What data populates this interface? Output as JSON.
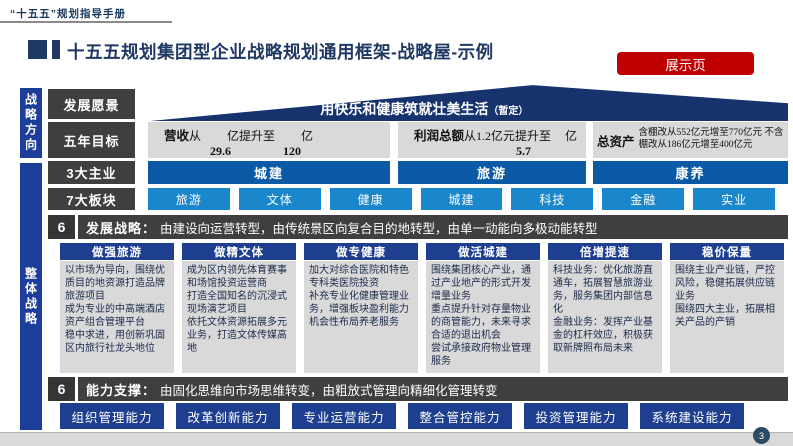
{
  "header": {
    "note": "“十五五”规划指导手册"
  },
  "title": {
    "text": "十五五规划集团型企业战略规划通用框架-战略屋-示例",
    "show_button": "展示页"
  },
  "sidebar": {
    "top": "战略方向",
    "bottom": "整体战略"
  },
  "row_labels": {
    "vision": "发展愿景",
    "goals": "五年目标",
    "main": "3大主业",
    "sectors": "7大板块"
  },
  "roof": {
    "main": "用快乐和健康筑就壮美生活",
    "note": "（暂定）"
  },
  "goals": {
    "revenue": {
      "label": "营收",
      "t1": "从",
      "t2": "亿提升至",
      "t3": "亿",
      "from": "29.6",
      "to": "120"
    },
    "profit": {
      "label": "利润总额",
      "t1": "从1.2亿元提升至",
      "t2": "亿",
      "value": "5.7"
    },
    "assets": {
      "label": "总资产",
      "detail": "含棚改从552亿元增至770亿元 不含棚改从186亿元增至400亿元"
    }
  },
  "main_business": [
    "城建",
    "旅游",
    "康养"
  ],
  "sectors": [
    "旅游",
    "文体",
    "健康",
    "城建",
    "科技",
    "金融",
    "实业"
  ],
  "dev": {
    "num": "6",
    "title": "发展战略：",
    "text": "由建设向运营转型，由传统景区向复合目的地转型，由单一动能向多极动能转型",
    "columns": [
      {
        "header": "做强旅游",
        "body": "以市场为导向，围绕优质目的地资源打造品牌旅游项目\n成为专业的中高端酒店资产组合管理平台\n稳中求进，用创新巩固区内旅行社龙头地位"
      },
      {
        "header": "做精文体",
        "body": "成为区内领先体育赛事和场馆投资运营商\n打造全国知名的沉浸式现场演艺项目\n依托文体资源拓展多元业务，打造文体传媒高地"
      },
      {
        "header": "做专健康",
        "body": "加大对综合医院和特色专科类医院投资\n补充专业化健康管理业务，增强板块盈利能力\n机会性布局养老服务"
      },
      {
        "header": "做活城建",
        "body": "围绕集团核心产业，通过产业地产的形式开发增量业务\n重点提升针对存量物业的商管能力，未来寻求合适的退出机会\n尝试承接政府物业管理服务"
      },
      {
        "header": "倍增提速",
        "body": "科技业务：优化旅游直通车，拓展智慧旅游业务，服务集团内部信息化\n金融业务：发挥产业基金的杠杆效应，积极获取新牌照布局未来"
      },
      {
        "header": "稳价保量",
        "body": "围绕主业产业链，严控风险，稳健拓展供应链业务\n围绕四大主业，拓展相关产品的产销"
      }
    ]
  },
  "cap": {
    "num": "6",
    "title": "能力支撑：",
    "text": "由固化思维向市场思维转变，由粗放式管理向精细化管理转变",
    "buttons": [
      "组织管理能力",
      "改革创新能力",
      "专业运营能力",
      "整合管控能力",
      "投资管理能力",
      "系统建设能力"
    ]
  },
  "footer": {
    "page": "3"
  },
  "colors": {
    "accent_red": "#C00000",
    "navy_title": "#1F3864",
    "band_gray": "#3F3F3F",
    "blue_sidebar": "#1C3D99",
    "blue_header": "#1E3F8F",
    "blue_main": "#0C5AA6",
    "blue_sector": "#1A87CC",
    "roof_navy": "#17336E",
    "box_gray": "#D9D9D9"
  }
}
